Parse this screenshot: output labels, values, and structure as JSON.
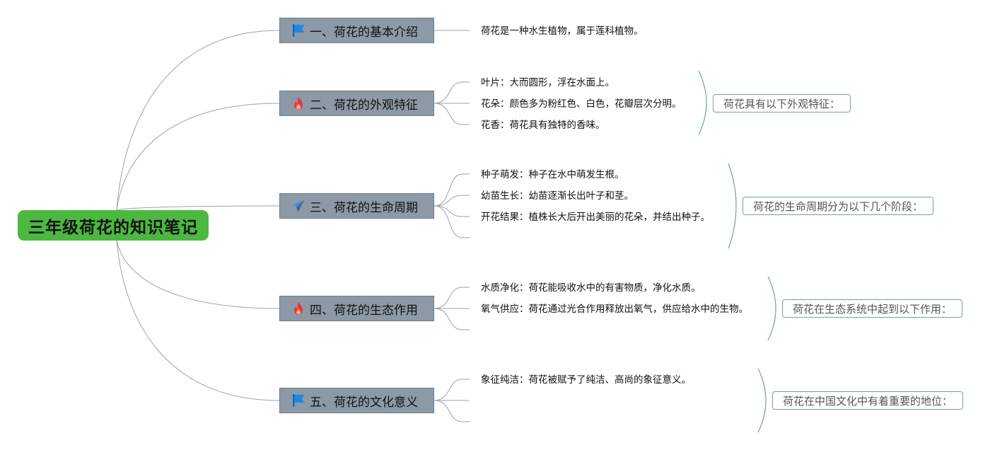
{
  "root": {
    "title": "三年级荷花的知识笔记"
  },
  "sections": [
    {
      "icon": "flag-icon",
      "title": "一、荷花的基本介绍",
      "items": [
        "荷花是一种水生植物，属于莲科植物。"
      ],
      "summary": ""
    },
    {
      "icon": "fire-icon",
      "title": "二、荷花的外观特征",
      "items": [
        "叶片：大而圆形，浮在水面上。",
        "花朵：颜色多为粉红色、白色，花瓣层次分明。",
        "花香：荷花具有独特的香味。"
      ],
      "summary": "荷花具有以下外观特征："
    },
    {
      "icon": "paper-plane-icon",
      "title": "三、荷花的生命周期",
      "items": [
        "种子萌发：种子在水中萌发生根。",
        "幼苗生长：幼苗逐渐长出叶子和茎。",
        "开花结果：植株长大后开出美丽的花朵，并结出种子。",
        ""
      ],
      "summary": "荷花的生命周期分为以下几个阶段："
    },
    {
      "icon": "fire-icon",
      "title": "四、荷花的生态作用",
      "items": [
        "水质净化：荷花能吸收水中的有害物质，净化水质。",
        "氧气供应：荷花通过光合作用释放出氧气，供应给水中的生物。",
        ""
      ],
      "summary": "荷花在生态系统中起到以下作用："
    },
    {
      "icon": "flag-icon",
      "title": "五、荷花的文化意义",
      "items": [
        "象征纯洁：荷花被赋予了纯洁、高尚的象征意义。",
        "",
        ""
      ],
      "summary": "荷花在中国文化中有着重要的地位："
    }
  ],
  "colors": {
    "root_fill": "#4cb83f",
    "section_fill": "#8d99a6",
    "connector": "#9aa3ab",
    "bracket": "#6aa895",
    "flag": "#1e88e5",
    "fire": "#e53935",
    "plane": "#4a8fd4"
  }
}
